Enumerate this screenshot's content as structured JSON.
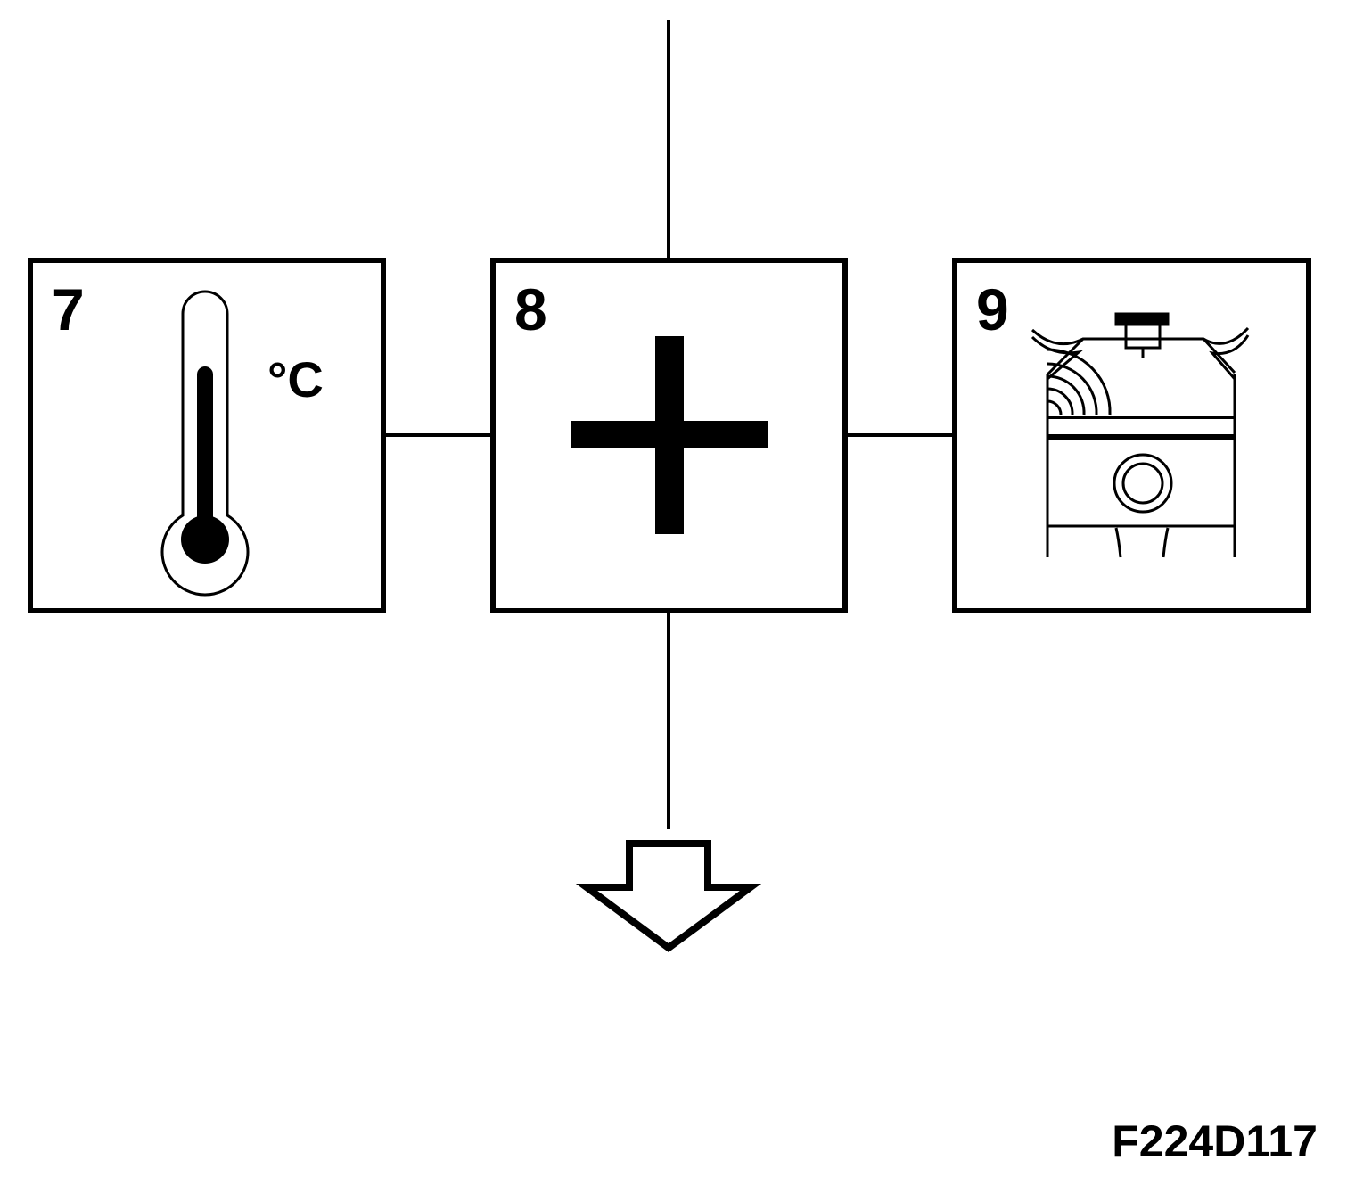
{
  "boxes": [
    {
      "number": "7",
      "icon": "thermometer-icon",
      "unit": "°C"
    },
    {
      "number": "8",
      "icon": "plus-icon"
    },
    {
      "number": "9",
      "icon": "engine-cylinder-icon"
    }
  ],
  "flow": {
    "arrow_icon": "down-arrow-icon"
  },
  "figure_code": "F224D117",
  "colors": {
    "stroke": "#000000",
    "background": "#ffffff"
  }
}
